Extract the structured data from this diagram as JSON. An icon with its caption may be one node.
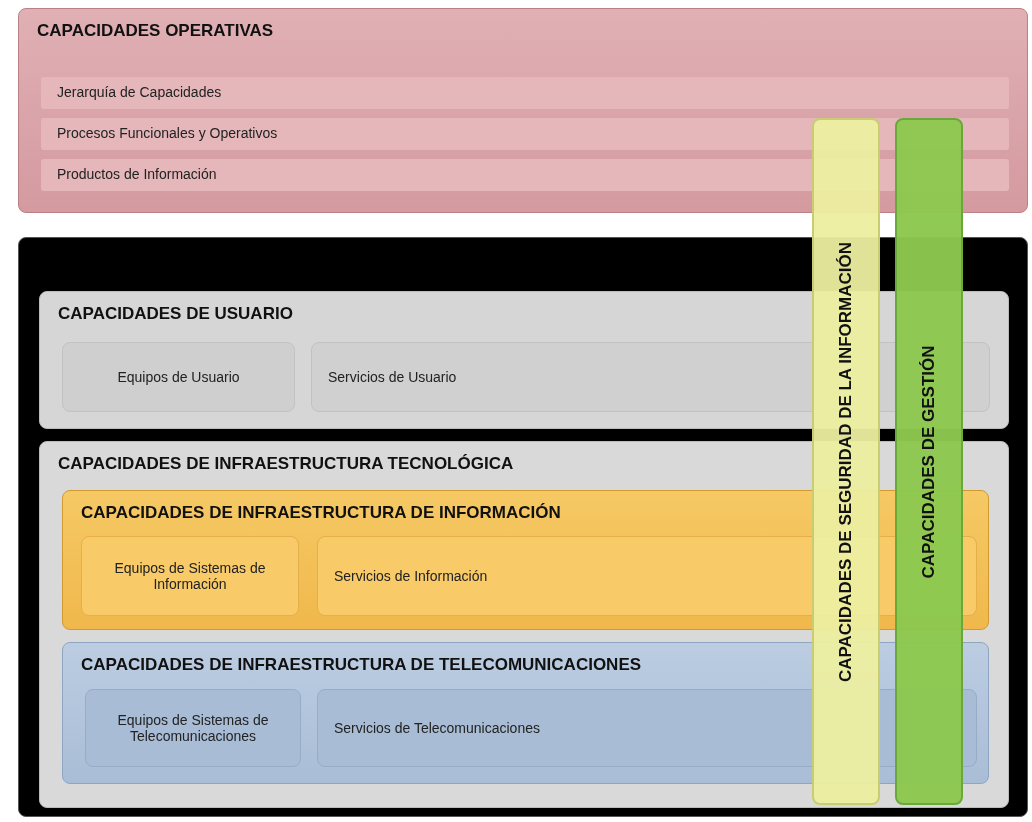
{
  "diagram": {
    "nodes": [
      {
        "text": [
          "CAPACIDADES OPERATIVAS"
        ]
      },
      {
        "text": [
          "Jerarquía de Capacidades"
        ],
        "in": 0
      },
      {
        "text": [
          "Procesos Funcionales y Operativos"
        ],
        "in": 0
      },
      {
        "text": [
          "Productos de Información"
        ],
        "in": 0
      },
      {
        "text": [],
        "shape": "box"
      },
      {
        "text": [
          "CAPACIDADES DE USUARIO"
        ],
        "in": 4
      },
      {
        "text": [
          "Equipos de Usuario"
        ],
        "in": 5
      },
      {
        "text": [
          "Servicios de Usuario"
        ],
        "in": 5
      },
      {
        "text": [
          "CAPACIDADES DE INFRAESTRUCTURA TECNOLÓGICA"
        ],
        "in": 4
      },
      {
        "text": [
          "CAPACIDADES DE INFRAESTRUCTURA DE INFORMACIÓN"
        ],
        "in": 8
      },
      {
        "text": [
          "Equipos de Sistemas de Información"
        ],
        "in": 9
      },
      {
        "text": [
          "Servicios de Información"
        ],
        "in": 9
      },
      {
        "text": [
          "CAPACIDADES DE INFRAESTRUCTURA DE TELECOMUNICACIONES"
        ],
        "in": 8
      },
      {
        "text": [
          "Equipos de Sistemas de Telecomunicaciones"
        ],
        "in": 12
      },
      {
        "text": [
          "Servicios de Telecomunicaciones"
        ],
        "in": 12
      },
      {
        "text": [
          "CAPACIDADES DE SEGURIDAD DE LA INFORMACIÓN"
        ]
      },
      {
        "text": [
          "CAPACIDADES DE GESTIÓN"
        ]
      }
    ]
  }
}
